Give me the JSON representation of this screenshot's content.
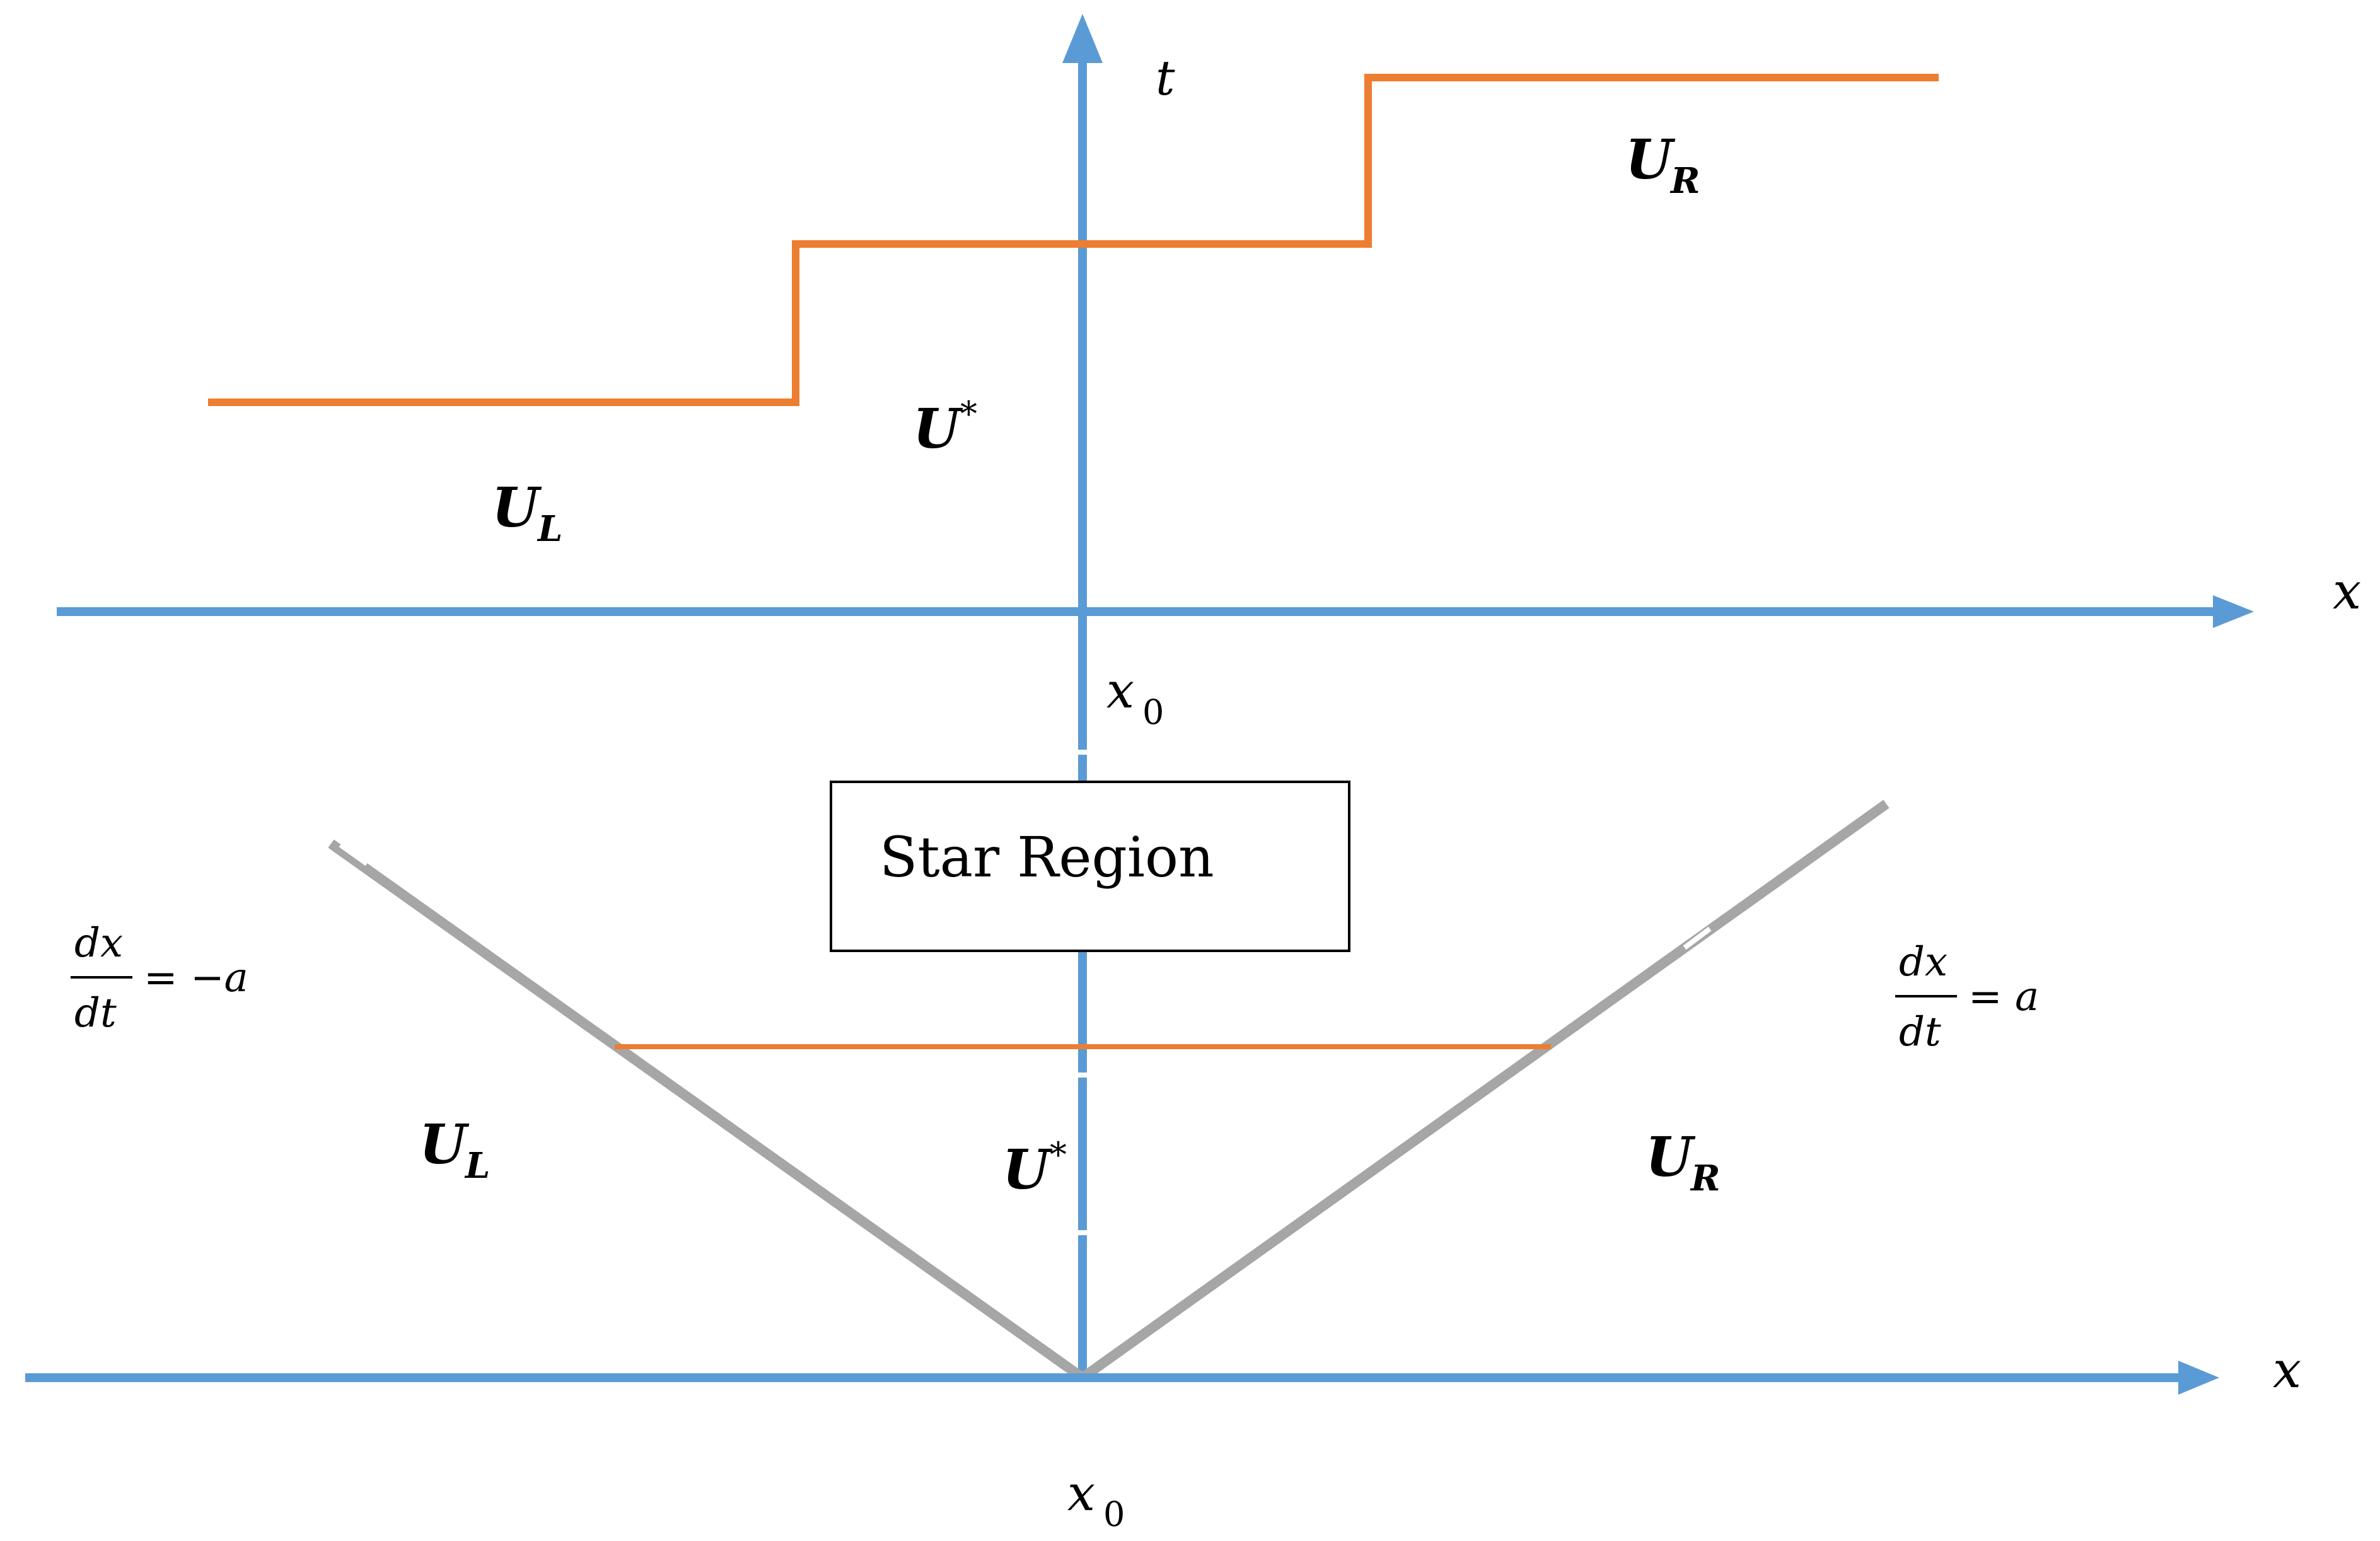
{
  "top_panel": {
    "t_axis_label": "t",
    "x_axis_label": "x",
    "origin_label": {
      "base": "x",
      "sub": "0"
    },
    "state_left": {
      "base": "U",
      "sub": "L"
    },
    "state_star": {
      "base": "U",
      "sup": "*"
    },
    "state_right": {
      "base": "U",
      "sub": "R"
    }
  },
  "bottom_panel": {
    "x_axis_label": "x",
    "origin_label": {
      "base": "x",
      "sub": "0"
    },
    "region_box_label": "Star Region",
    "left_wave_slope": {
      "num": "dx",
      "den": "dt",
      "rhs": "= −a"
    },
    "right_wave_slope": {
      "num": "dx",
      "den": "dt",
      "rhs": "= a"
    },
    "state_left": {
      "base": "U",
      "sub": "L"
    },
    "state_star": {
      "base": "U",
      "sup": "*"
    },
    "state_right": {
      "base": "U",
      "sub": "R"
    }
  },
  "colors": {
    "axis": "#5b9bd5",
    "profile": "#ed7d31",
    "wave": "#a6a6a6"
  }
}
